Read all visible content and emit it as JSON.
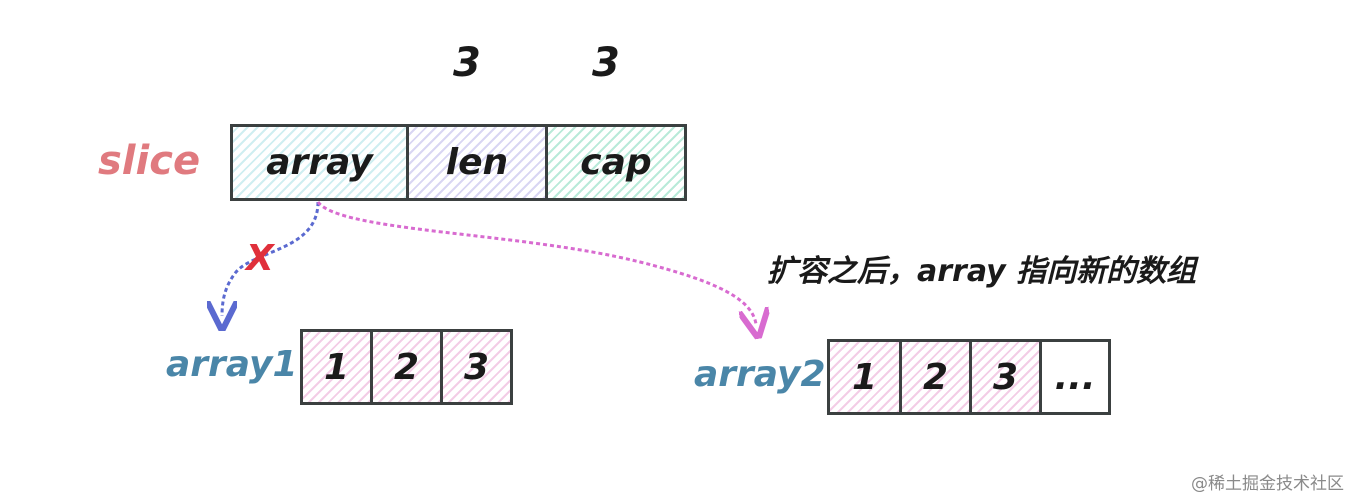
{
  "slice": {
    "label": "slice",
    "fields": [
      "array",
      "len",
      "cap"
    ],
    "len_value": "3",
    "cap_value": "3"
  },
  "array1": {
    "label": "array1",
    "cells": [
      "1",
      "2",
      "3"
    ]
  },
  "array2": {
    "label": "array2",
    "cells": [
      "1",
      "2",
      "3",
      "..."
    ]
  },
  "caption": "扩容之后，array 指向新的数组",
  "cross_mark": "X",
  "watermark": "@稀土掘金技术社区",
  "colors": {
    "slice_label": "#e07a7f",
    "array_label": "#4a86a8",
    "arrow_old": "#5b6ad0",
    "arrow_new": "#d86bd0",
    "cross": "#e0303b"
  }
}
